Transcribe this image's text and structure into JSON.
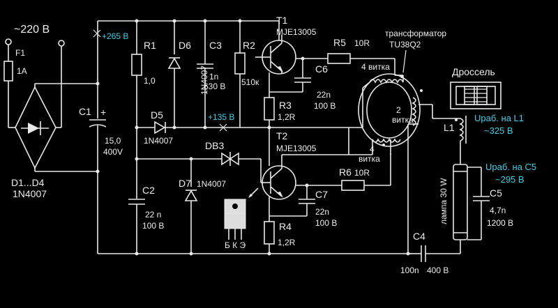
{
  "mains": {
    "voltage": "~220 В",
    "fuse_ref": "F1",
    "fuse_value": "1A"
  },
  "bridge": {
    "ref": "D1...D4",
    "part": "1N4007"
  },
  "c1": {
    "ref": "C1",
    "value": "15,0",
    "voltage": "400V"
  },
  "node_265": "+265 В",
  "node_135": "+135 В",
  "r1": {
    "ref": "R1",
    "value": "1,0"
  },
  "d6": {
    "ref": "D6",
    "part": "1N4007"
  },
  "c3": {
    "ref": "C3",
    "value": "1n",
    "voltage": "630 В"
  },
  "r2": {
    "ref": "R2",
    "value": "510к"
  },
  "t1": {
    "ref": "T1",
    "part": "MJE13005"
  },
  "r5": {
    "ref": "R5",
    "value": "10R"
  },
  "c6": {
    "ref": "C6",
    "value": "22n",
    "voltage": "100 В"
  },
  "r3": {
    "ref": "R3",
    "value": "1,2R"
  },
  "d5": {
    "ref": "D5",
    "part": "1N4007"
  },
  "t2": {
    "ref": "T2",
    "part": "MJE13005"
  },
  "db3": {
    "ref": "DB3"
  },
  "d7": {
    "ref": "D7",
    "part": "1N4007"
  },
  "c2": {
    "ref": "C2",
    "value": "22 n",
    "voltage": "100 В"
  },
  "r6": {
    "ref": "R6",
    "value": "10R"
  },
  "c7": {
    "ref": "C7",
    "value": "22n",
    "voltage": "100 В"
  },
  "r4": {
    "ref": "R4",
    "value": "1,2R"
  },
  "pinout": "Б К Э",
  "transformer": {
    "title": "трансформатор",
    "part": "TU38Q2",
    "w1": "4 витка",
    "w2_a": "2",
    "w2_b": "витка",
    "w3_a": "4",
    "w3_b": "витка"
  },
  "choke": {
    "title": "Дроссель",
    "ref": "L1",
    "note_title": "Uраб. на L1",
    "note_value": "~325 В"
  },
  "lamp": {
    "label": "лампа 30 W"
  },
  "c5": {
    "ref": "C5",
    "value": "4,7n",
    "voltage": "1200 В",
    "note_title": "Uраб. на C5",
    "note_value": "~295 В"
  },
  "c4": {
    "ref": "C4",
    "value": "100n",
    "voltage": "400 В"
  }
}
